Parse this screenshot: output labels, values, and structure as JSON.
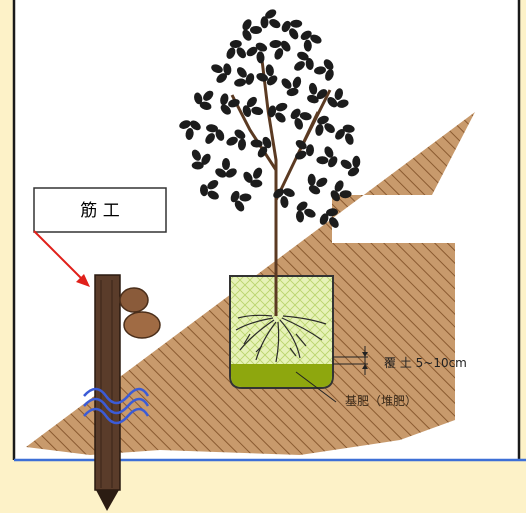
{
  "labels": {
    "retaining_work": "筋 工",
    "cover_soil": "覆 土 5~10cm",
    "base_fertilizer": "基肥（堆肥）"
  },
  "colors": {
    "background_cream": "#fdf2c8",
    "frame_blue": "#3d6fd6",
    "soil_brown": "#c89a6c",
    "soil_stripe": "#8a5a30",
    "root_zone": "#e7f2b8",
    "fertilizer": "#8ea70e",
    "pointer_arrow": "#e0201a",
    "stake": "#5a3c2a",
    "foliage": "#1c1c1c",
    "trunk": "#5b3a22"
  },
  "icons": [
    "tree-icon",
    "stake-icon",
    "stone-icon",
    "water-wave-icon",
    "leader-arrow-icon"
  ]
}
